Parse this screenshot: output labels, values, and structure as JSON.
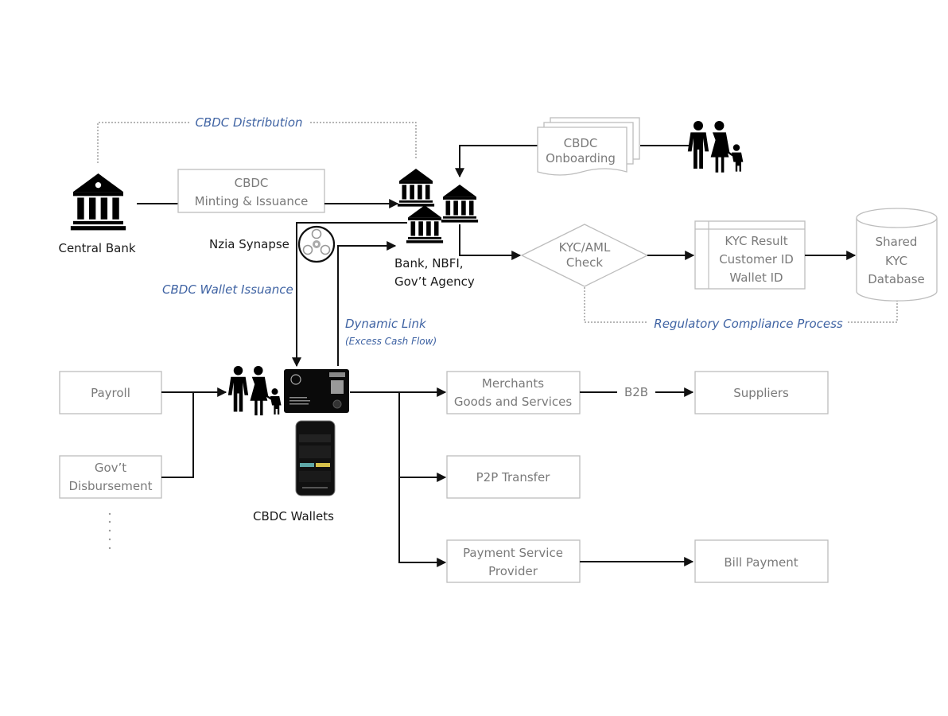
{
  "nodes": {
    "central_bank": {
      "label": "Central Bank"
    },
    "minting": {
      "line1": "CBDC",
      "line2": "Minting & Issuance"
    },
    "banks": {
      "line1": "Bank, NBFI,",
      "line2": "Gov’t Agency"
    },
    "synapse": {
      "label": "Nzia Synapse"
    },
    "onboarding": {
      "line1": "CBDC",
      "line2": "Onboarding"
    },
    "kyc_check": {
      "line1": "KYC/AML",
      "line2": "Check"
    },
    "kyc_result": {
      "line1": "KYC Result",
      "line2": "Customer ID",
      "line3": "Wallet ID"
    },
    "shared_db": {
      "line1": "Shared",
      "line2": "KYC",
      "line3": "Database"
    },
    "payroll": {
      "label": "Payroll"
    },
    "gov_disb": {
      "line1": "Gov’t",
      "line2": "Disbursement"
    },
    "wallets": {
      "label": "CBDC Wallets"
    },
    "merchants": {
      "line1": "Merchants",
      "line2": "Goods and Services"
    },
    "p2p": {
      "label": "P2P Transfer"
    },
    "psp": {
      "line1": "Payment Service",
      "line2": "Provider"
    },
    "suppliers": {
      "label": "Suppliers"
    },
    "bill": {
      "label": "Bill Payment"
    }
  },
  "edge_labels": {
    "distribution": "CBDC Distribution",
    "wallet_issuance": "CBDC Wallet Issuance",
    "dynamic_link": "Dynamic Link",
    "dynamic_link_sub": "(Excess Cash Flow)",
    "compliance": "Regulatory Compliance Process",
    "b2b": "B2B"
  },
  "icons": {
    "bank": "bank-building-icon",
    "family": "family-icon",
    "synapse": "synapse-spinner-icon",
    "card": "cbdc-card-icon",
    "phone": "wallet-phone-icon"
  },
  "colors": {
    "accent_blue": "#3f63a3",
    "box_border": "#bdbdbd",
    "box_text": "#7a7a7a",
    "flow_line": "#111111"
  }
}
